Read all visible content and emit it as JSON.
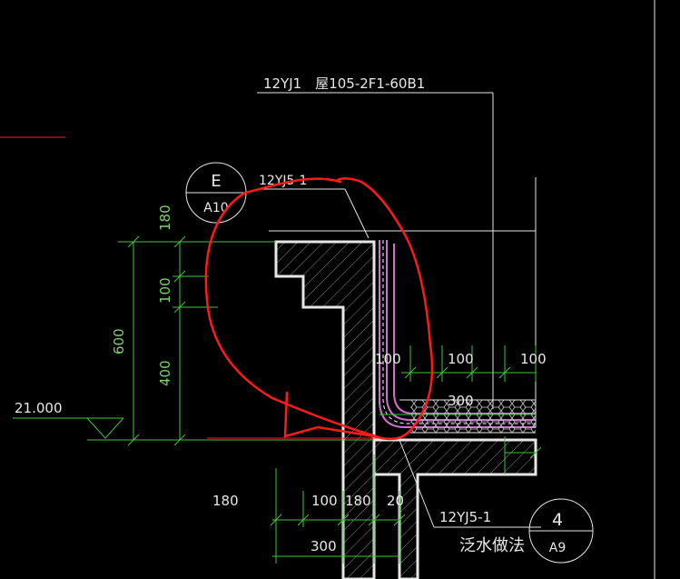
{
  "drawing": {
    "roof_reference": "12YJ1　屋105-2F1-60B1",
    "detail_ref_top": "12YJ5-1",
    "detail_ref_bottom": "12YJ5-1",
    "callout_top": {
      "number": "E",
      "sheet": "A10"
    },
    "callout_bottom": {
      "number": "4",
      "sheet": "A9"
    },
    "note_bottom": "泛水做法",
    "elevation": "21.000",
    "dims_vertical": [
      "180",
      "100",
      "400",
      "600"
    ],
    "dims_horizontal_right": [
      "100",
      "100",
      "100",
      "300"
    ],
    "dims_horizontal_bottom": [
      "180",
      "100",
      "180",
      "20",
      "300"
    ]
  },
  "colors": {
    "background": "#000000",
    "dimension": "#3ec63e",
    "outline": "#e6e6e6",
    "markup": "#ff1a1a",
    "waterproof": "#d070d0"
  }
}
